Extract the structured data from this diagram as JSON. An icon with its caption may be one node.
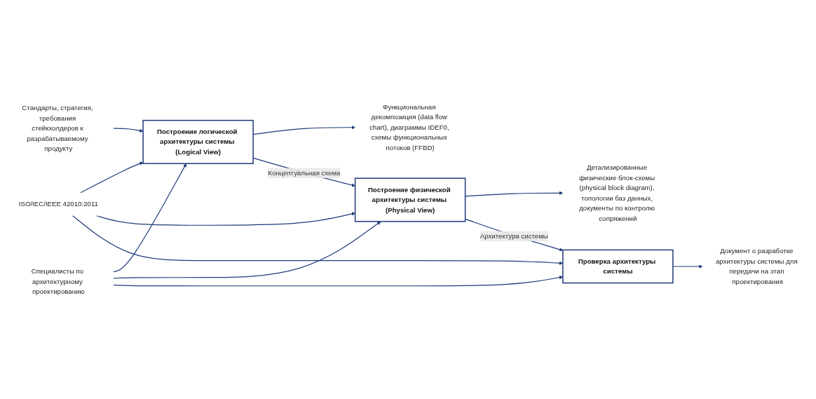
{
  "diagram": {
    "nodes": [
      {
        "text": [
          "ISO/IEC/IEEE 42010:2011"
        ]
      },
      {
        "text": [
          "Стандарты, стратегия, требования стейкхолдеров к разрабатываемому продукту"
        ]
      },
      {
        "text": [
          "Построение логической архитектуры системы (Logical View)"
        ]
      },
      {
        "text": [
          "Функциональная декомпозиция (data flow chart), диаграммы IDEF0, схемы функциональных потоков (FFBD)"
        ]
      },
      {
        "text": [
          "Построение физической архитектуры системы (Physical View)"
        ]
      },
      {
        "text": [
          "Детализированные физические блок-схемы (physical block diagram), топологии баз данных, документы по контролю сопряжений"
        ]
      },
      {
        "text": [
          "Проверка архитектуры системы"
        ]
      },
      {
        "text": [
          "Документ о разработке архитектуры системы для передачи на этап проектирования"
        ]
      },
      {
        "text": [
          "Специалисты по архитектурному проектированию"
        ]
      }
    ],
    "edges": [
      {
        "from": 0,
        "to": 2,
        "arrow": "to"
      },
      {
        "from": 0,
        "to": 4,
        "arrow": "to"
      },
      {
        "from": 0,
        "to": 6,
        "arrow": "to"
      },
      {
        "from": 1,
        "to": 2,
        "arrow": "to"
      },
      {
        "from": 2,
        "to": 3,
        "arrow": "to"
      },
      {
        "from": 2,
        "to": 4,
        "label": "Концептуальная схема",
        "arrow": "to"
      },
      {
        "from": 4,
        "to": 5,
        "arrow": "to"
      },
      {
        "from": 4,
        "to": 6,
        "label": "Архитектура системы",
        "arrow": "to"
      },
      {
        "from": 6,
        "to": 7,
        "arrow": "to"
      },
      {
        "from": 8,
        "to": 2,
        "arrow": "to"
      },
      {
        "from": 8,
        "to": 4,
        "arrow": "to"
      },
      {
        "from": 8,
        "to": 6,
        "arrow": "to"
      }
    ]
  }
}
